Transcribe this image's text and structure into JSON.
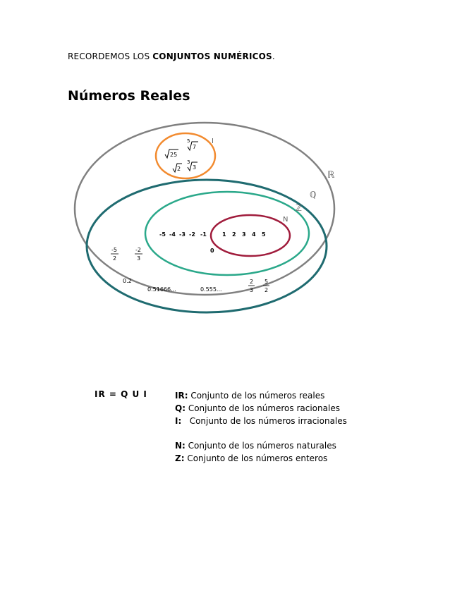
{
  "intro": {
    "prefix": "RECORDEMOS LOS ",
    "bold": "CONJUNTOS NUMÉRICOS",
    "suffix": "."
  },
  "heading": "Números Reales",
  "diagram": {
    "sets": {
      "R": "ℝ",
      "Q": "ℚ",
      "Z": "ℤ",
      "N": "N",
      "I": "I"
    },
    "colors": {
      "R": "#808080",
      "Q": "#1f6b70",
      "Z": "#2aa88a",
      "N": "#a01c3c",
      "I": "#f28a2e"
    },
    "irrationals": {
      "sqrt25": "25",
      "root5_7_index": "5",
      "root5_7_rad": "7",
      "sqrt2": "2",
      "root3_3_index": "3",
      "root3_3_rad": "3"
    },
    "integers": [
      "-5",
      "-4",
      "-3",
      "-2",
      "-1"
    ],
    "naturals": [
      "1",
      "2",
      "3",
      "4",
      "5"
    ],
    "zero": "0",
    "rationals": {
      "frac1_num": "-5",
      "frac1_den": "2",
      "frac2_num": "-2",
      "frac2_den": "3",
      "dec1": "0.2",
      "dec2": "0.51666...",
      "dec3": "0.555...",
      "frac3_num": "2",
      "frac3_den": "3",
      "frac4_num": "5",
      "frac4_den": "2"
    }
  },
  "formula": "IR = Q U I",
  "definitions": [
    {
      "key": "IR:",
      "text": " Conjunto de los números reales"
    },
    {
      "key": "Q:",
      "text": " Conjunto de los números racionales"
    },
    {
      "key": "I:",
      "text": "   Conjunto de los números irracionales"
    },
    {
      "key": "N:",
      "text": " Conjunto de los números naturales"
    },
    {
      "key": "Z:",
      "text": " Conjunto de los números enteros"
    }
  ]
}
